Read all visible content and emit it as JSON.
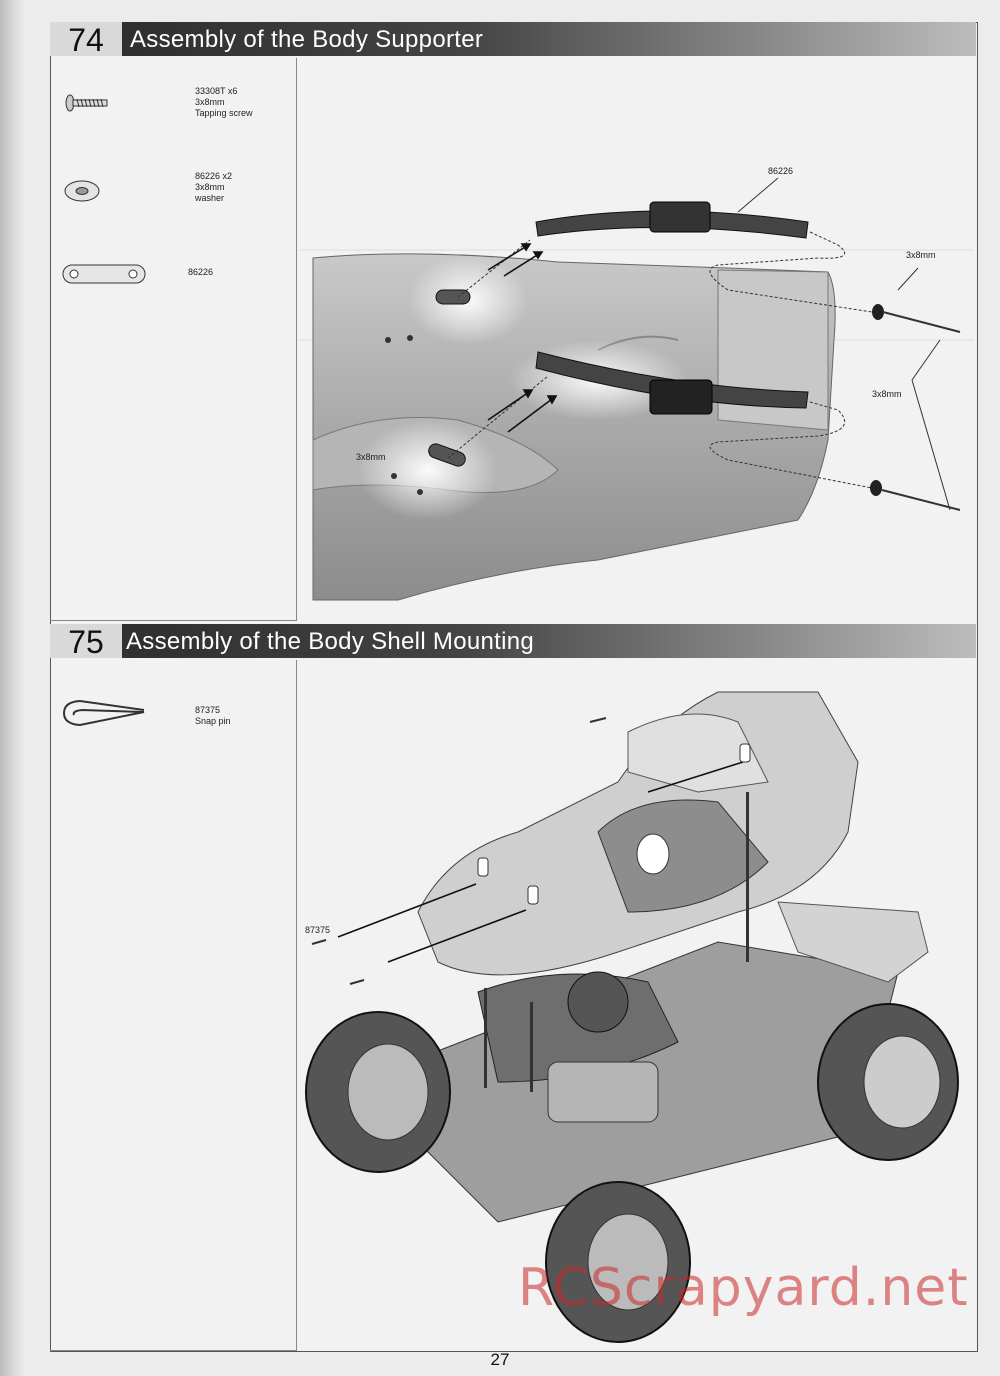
{
  "sections": [
    {
      "number": "74",
      "title": "Assembly of the Body Supporter",
      "parts": [
        {
          "icon": "tapping-screw-icon",
          "lines": [
            "33308T  x6",
            "3x8mm",
            "Tapping screw"
          ]
        },
        {
          "icon": "washer-icon",
          "lines": [
            "86226  x2",
            "3x8mm",
            "washer"
          ]
        },
        {
          "icon": "body-supporter-plate-icon",
          "lines": [
            "86226"
          ]
        }
      ],
      "callouts": [
        "86226",
        "3x8mm",
        "3x8mm",
        "3x8mm"
      ]
    },
    {
      "number": "75",
      "title": "Assembly of the Body Shell Mounting",
      "parts": [
        {
          "icon": "snap-pin-icon",
          "lines": [
            "87375",
            "Snap pin"
          ]
        }
      ],
      "callouts": [
        "87375"
      ]
    }
  ],
  "page_number": "27",
  "watermark": "RCScrapyard.net"
}
